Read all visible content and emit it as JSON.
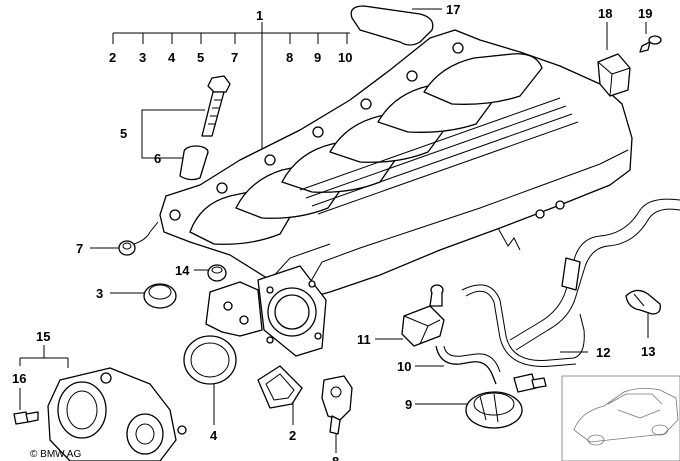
{
  "copyright": "© BMW AG",
  "callouts": {
    "c1": "1",
    "c2a": "2",
    "c3a": "3",
    "c4a": "4",
    "c5a": "5",
    "c7a": "7",
    "c8a": "8",
    "c9a": "9",
    "c10a": "10",
    "c2": "2",
    "c3": "3",
    "c4": "4",
    "c5": "5",
    "c6": "6",
    "c7": "7",
    "c8": "8",
    "c9": "9",
    "c10": "10",
    "c11": "11",
    "c12": "12",
    "c13": "13",
    "c14": "14",
    "c15": "15",
    "c16": "16",
    "c17": "17",
    "c18": "18",
    "c19": "19"
  }
}
